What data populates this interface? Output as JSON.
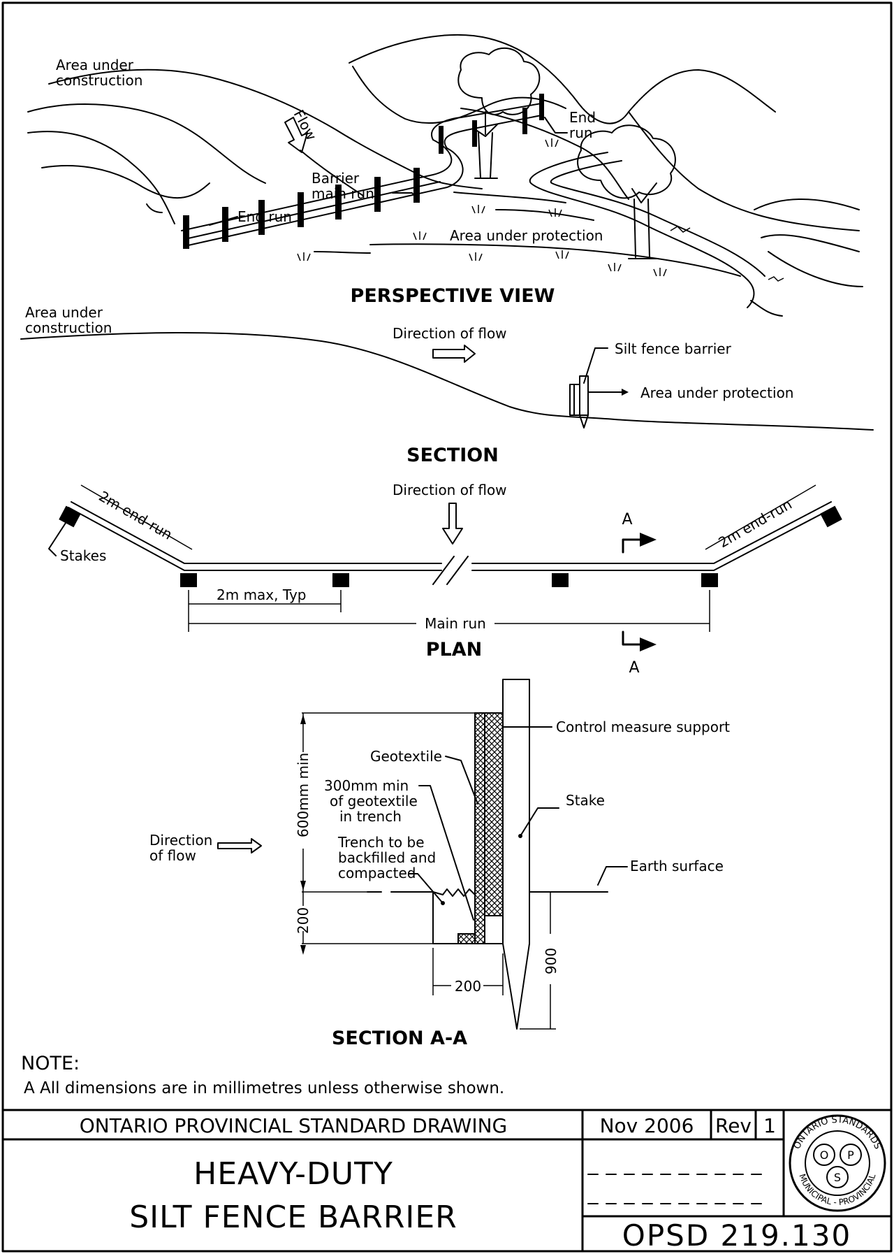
{
  "perspective": {
    "view_title": "PERSPECTIVE VIEW",
    "area_under_construction": [
      "Area under",
      "construction"
    ],
    "flow": "Flow",
    "barrier_main_run": [
      "Barrier",
      "main run"
    ],
    "end_run_left": "End run",
    "end_run_right": [
      "End",
      "run"
    ],
    "area_under_protection": "Area under protection"
  },
  "section": {
    "view_title": "SECTION",
    "area_under_construction": [
      "Area under",
      "construction"
    ],
    "direction_of_flow": "Direction of flow",
    "silt_fence_barrier": "Silt fence barrier",
    "area_under_protection": "Area under protection"
  },
  "plan": {
    "view_title": "PLAN",
    "direction_of_flow": "Direction of flow",
    "end_run_left": "2m end-run",
    "end_run_right": "2m end-run",
    "stakes": "Stakes",
    "stake_spacing": "2m max, Typ",
    "main_run": "Main run",
    "section_marker": "A"
  },
  "section_aa": {
    "view_title": "SECTION A-A",
    "control_measure_support": "Control measure support",
    "geotextile": "Geotextile",
    "geotextile_in_trench": [
      "300mm min",
      "of geotextile",
      "in trench"
    ],
    "stake": "Stake",
    "direction_of_flow": [
      "Direction",
      "of flow"
    ],
    "trench_note": [
      "Trench to be",
      "backfilled and",
      "compacted"
    ],
    "earth_surface": "Earth surface",
    "dim_height": "600mm min",
    "dim_trench_depth": "200",
    "dim_trench_width": "200",
    "dim_stake_embed": "900"
  },
  "notes": {
    "heading": "NOTE:",
    "items": [
      "A All dimensions are in millimetres unless otherwise shown."
    ]
  },
  "title_block": {
    "standard": "ONTARIO PROVINCIAL STANDARD DRAWING",
    "date": "Nov 2006",
    "rev_label": "Rev",
    "rev_value": "1",
    "title_lines": [
      "HEAVY-DUTY",
      "SILT FENCE BARRIER"
    ],
    "drawing_number": "OPSD 219.130",
    "seal_text": {
      "top": "ONTARIO STANDARDS",
      "bottom": "MUNICIPAL - PROVINCIAL",
      "letters": [
        "O",
        "P",
        "S"
      ]
    }
  }
}
